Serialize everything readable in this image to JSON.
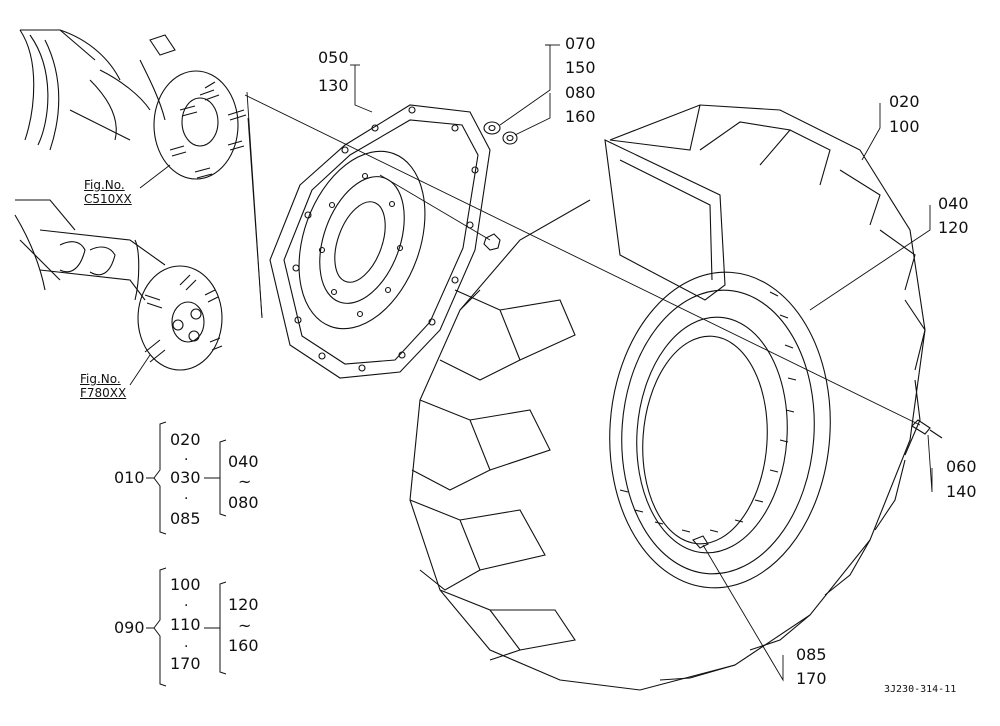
{
  "callouts": {
    "c050": "050",
    "c130": "130",
    "c070": "070",
    "c150": "150",
    "c080": "080",
    "c160": "160",
    "c020": "020",
    "c100": "100",
    "c040": "040",
    "c120": "120",
    "c060": "060",
    "c140": "140",
    "c085": "085",
    "c170": "170"
  },
  "figs": {
    "fig1_label": "Fig.No.",
    "fig1_code": "C510XX",
    "fig2_label": "Fig.No.",
    "fig2_code": "F780XX"
  },
  "groups": {
    "g1_main": "010",
    "g1_items": [
      "020",
      "030",
      "085"
    ],
    "g1_range_start": "040",
    "g1_range_end": "080",
    "g2_main": "090",
    "g2_items": [
      "100",
      "110",
      "170"
    ],
    "g2_range_start": "120",
    "g2_range_end": "160",
    "separator_dot": "·",
    "range_tilde": "~"
  },
  "drawing_id": "3J230-314-11"
}
